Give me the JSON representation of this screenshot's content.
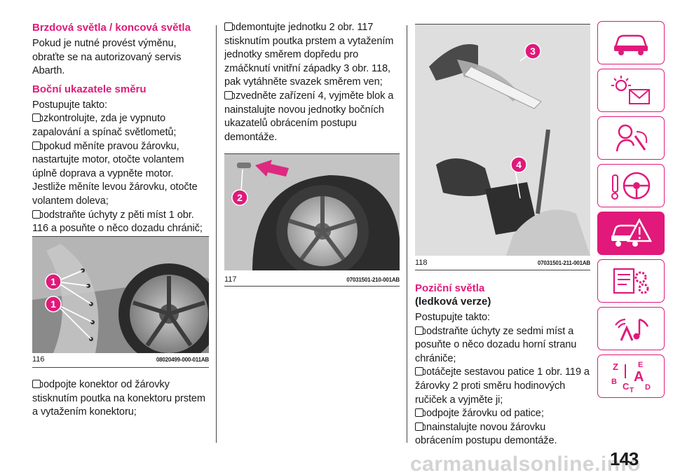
{
  "col1": {
    "h1": "Brzdová světla / koncová světla",
    "p1": "Pokud je nutné provést výměnu, obraťte se na autorizovaný servis Abarth.",
    "h2": "Boční ukazatele směru",
    "intro": "Postupujte takto:",
    "b1": "zkontrolujte, zda je vypnuto zapalování a spínač světlometů;",
    "b2": "pokud měníte pravou žárovku, nastartujte motor, otočte volantem úplně doprava a vypněte motor. Jestliže měníte levou žárovku, otočte volantem doleva;",
    "b3": "odstraňte úchyty z pěti míst 1 obr. 116 a posuňte o něco dozadu chránič;",
    "b4": "odpojte konektor od žárovky stisknutím poutka na konektoru prstem a vytažením konektoru;"
  },
  "col2": {
    "b1": "demontujte jednotku 2 obr. 117 stisknutím poutka prstem a vytažením jednotky směrem dopředu pro zmáčknutí vnitřní západky 3 obr. 118, pak vytáhněte svazek směrem ven;",
    "b2": "zvedněte zařízení 4, vyjměte blok a nainstalujte novou jednotky bočních ukazatelů obrácením postupu demontáže."
  },
  "col3": {
    "h1": "Poziční světla",
    "h1sub": "(ledková verze)",
    "intro": "Postupujte takto:",
    "b1": "odstraňte úchyty ze sedmi míst a posuňte o něco dozadu horní stranu chrániče;",
    "b2": "otáčejte sestavou patice 1 obr. 119 a žárovky 2 proti směru hodinových ručiček a vyjměte ji;",
    "b3": "odpojte žárovku od patice;",
    "b4": "nainstalujte novou žárovku obrácením postupu demontáže."
  },
  "figures": {
    "f116": {
      "number": "116",
      "code": "08020499-000-011AB",
      "callouts": [
        "1",
        "1"
      ]
    },
    "f117": {
      "number": "117",
      "code": "07031501-210-001AB",
      "callouts": [
        "2"
      ]
    },
    "f118": {
      "number": "118",
      "code": "07031501-211-001AB",
      "callouts": [
        "3",
        "4"
      ]
    }
  },
  "sidebar": {
    "active_index": 5,
    "accent": "#e0197a",
    "tabs": [
      "car-overview-icon",
      "lights-warning-icon",
      "safety-airbag-icon",
      "starting-driving-icon",
      "emergency-icon",
      "maintenance-icon",
      "multimedia-icon",
      "index-icon"
    ],
    "index_letters": [
      "Z",
      "E",
      "B",
      "A",
      "C",
      "T",
      "D"
    ]
  },
  "page_number": "143",
  "watermark": "carmanualsonline.info"
}
